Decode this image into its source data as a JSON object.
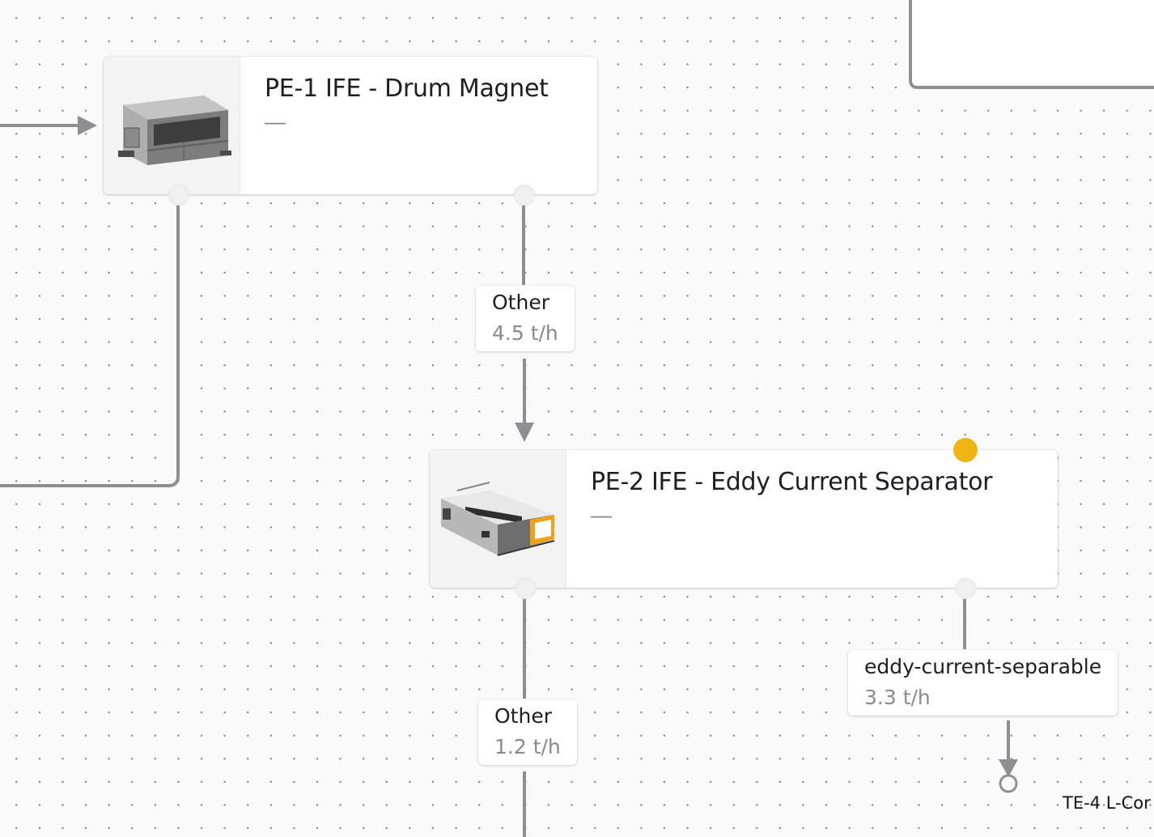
{
  "colors": {
    "edge": "#8e8e93",
    "status_dot": "#f0b416",
    "accent_orange": "#f0a11a"
  },
  "nodes": [
    {
      "title": "PE-1 IFE - Drum Magnet",
      "subtitle": "—",
      "icon": "drum-magnet-machine-icon"
    },
    {
      "title": "PE-2 IFE - Eddy Current Separator",
      "subtitle": "—",
      "icon": "eddy-current-separator-machine-icon"
    }
  ],
  "edge_labels": [
    {
      "name": "Other",
      "rate": "4.5 t/h"
    },
    {
      "name": "Other",
      "rate": "1.2 t/h"
    },
    {
      "name": "eddy-current-separable",
      "rate": "3.3 t/h"
    }
  ],
  "partial_node": {
    "title": "TE-4 L-Cor"
  }
}
